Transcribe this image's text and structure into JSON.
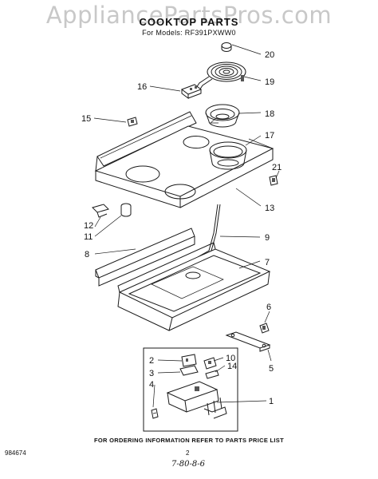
{
  "watermark": "AppliancePartsPros.com",
  "title": "COOKTOP PARTS",
  "subtitle": "For Models: RF391PXWW0",
  "footnote": "FOR ORDERING INFORMATION REFER TO PARTS PRICE LIST",
  "doc_code": "984674",
  "page_number": "2",
  "handwritten_note": "7-80-8-6",
  "callouts": [
    "1",
    "2",
    "3",
    "4",
    "5",
    "6",
    "7",
    "8",
    "9",
    "10",
    "11",
    "12",
    "13",
    "14",
    "15",
    "16",
    "17",
    "18",
    "19",
    "20",
    "21"
  ]
}
